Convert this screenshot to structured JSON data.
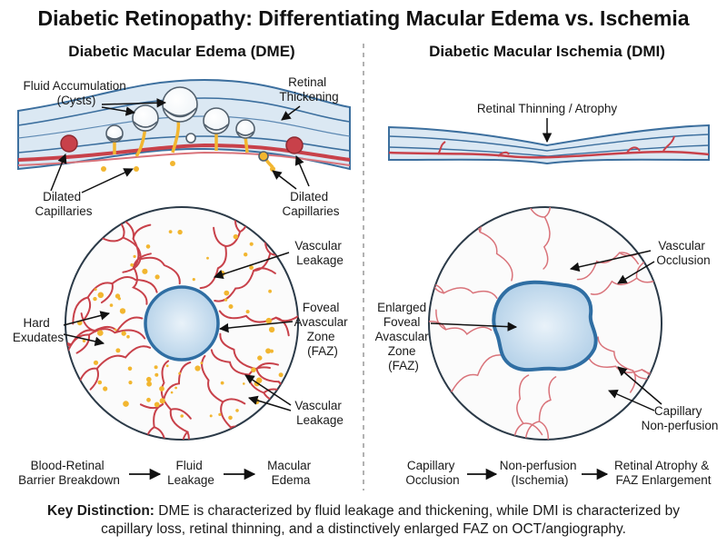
{
  "title": "Diabetic Retinopathy: Differentiating Macular Edema vs. Ischemia",
  "dme": {
    "heading": "Diabetic Macular Edema (DME)",
    "fluid_label": [
      "Fluid Accumulation",
      "(Cysts)"
    ],
    "thickening_label": [
      "Retinal",
      "Thickening"
    ],
    "dilated_left": [
      "Dilated",
      "Capillaries"
    ],
    "dilated_right": [
      "Dilated",
      "Capillaries"
    ],
    "leakage_top": [
      "Vascular",
      "Leakage"
    ],
    "exudates": [
      "Hard",
      "Exudates"
    ],
    "faz": [
      "Foveal",
      "Avascular",
      "Zone",
      "(FAZ)"
    ],
    "leakage_bottom": [
      "Vascular",
      "Leakage"
    ],
    "flow": [
      [
        "Blood-Retinal",
        "Barrier Breakdown"
      ],
      [
        "Fluid",
        "Leakage"
      ],
      [
        "Macular",
        "Edema"
      ]
    ]
  },
  "dmi": {
    "heading": "Diabetic Macular Ischemia (DMI)",
    "thinning_label": "Retinal Thinning / Atrophy",
    "occlusion": [
      "Vascular",
      "Occlusion"
    ],
    "faz": [
      "Enlarged",
      "Foveal",
      "Avascular",
      "Zone",
      "(FAZ)"
    ],
    "nonperfusion": [
      "Capillary",
      "Non-perfusion"
    ],
    "flow": [
      [
        "Capillary",
        "Occlusion"
      ],
      [
        "Non-perfusion",
        "(Ischemia)"
      ],
      [
        "Retinal Atrophy &",
        "FAZ Enlargement"
      ]
    ]
  },
  "key": {
    "bold": "Key Distinction:",
    "line1": " DME is characterized by fluid leakage and thickening, while DMI is characterized by",
    "line2": "capillary loss, retinal thinning, and a distinctively enlarged FAZ on OCT/angiography."
  },
  "colors": {
    "vessel": "#c8414a",
    "vessel_light": "#d9737a",
    "layer_blue": "#3c6f9e",
    "layer_fill": "#dbe8f3",
    "fluid": "#f2b630",
    "faz_fill": "#cfe3f1",
    "faz_border": "#2f6ea3"
  }
}
